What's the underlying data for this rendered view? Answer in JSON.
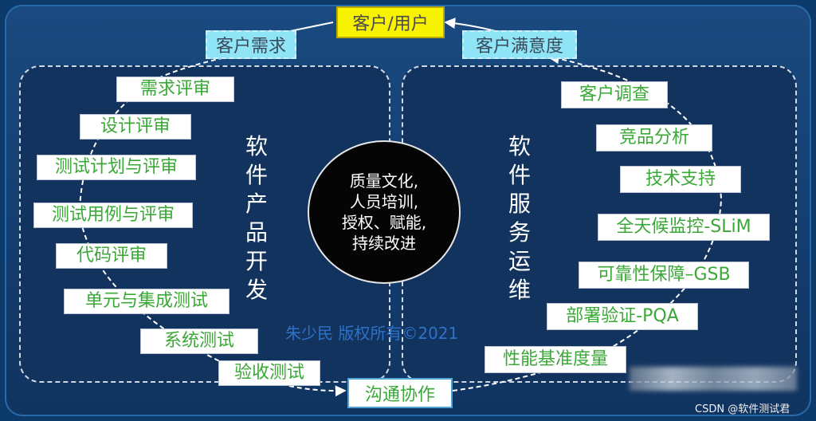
{
  "top_label": "客户/用户",
  "left_top_label": "客户需求",
  "right_top_label": "客户满意度",
  "bottom_label": "沟通协作",
  "left_steps": [
    "需求评审",
    "设计评审",
    "测试计划与评审",
    "测试用例与评审",
    "代码评审",
    "单元与集成测试",
    "系统测试",
    "验收测试"
  ],
  "right_steps": [
    "客户调查",
    "竞品分析",
    "技术支持",
    "全天候监控-SLiM",
    "可靠性保障–GSB",
    "部署验证-PQA",
    "性能基准度量"
  ],
  "left_title": "软件产品开发",
  "right_title": "软件服务运维",
  "center_lines": [
    "质量文化,",
    "人员培训,",
    "授权、赋能,",
    "持续改进"
  ],
  "copyright": "朱少民 版权所有©2021",
  "watermark": "CSDN @软件测试君"
}
